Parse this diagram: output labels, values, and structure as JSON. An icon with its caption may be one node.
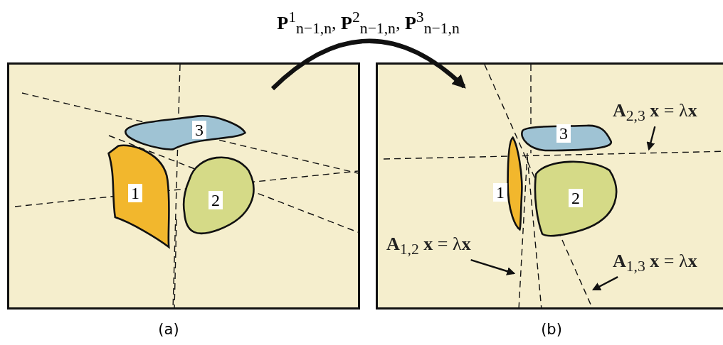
{
  "diagram": {
    "nodes": [
      {
        "text": [],
        "shape": "box",
        "beside": [
          "(a)"
        ]
      },
      {
        "text": [
          "1"
        ],
        "in": 0
      },
      {
        "text": [
          "2"
        ],
        "in": 0
      },
      {
        "text": [
          "3"
        ],
        "in": 0
      },
      {
        "text": [],
        "shape": "box",
        "beside": [
          "(b)"
        ]
      },
      {
        "text": [
          "1"
        ],
        "in": 4
      },
      {
        "text": [
          "2"
        ],
        "in": 4
      },
      {
        "text": [
          "3"
        ],
        "in": 4
      },
      {
        "text": [
          "**A**$_{2,3}$ **x** = λ**x**"
        ],
        "in": 4
      },
      {
        "text": [
          "**A**$_{1,2}$ **x** = λ**x**"
        ],
        "in": 4
      },
      {
        "text": [
          "**A**$_{1,3}$ **x** = λ**x**"
        ],
        "in": 4
      }
    ],
    "edges": [
      {
        "from": 0,
        "to": 4,
        "arrow": "to",
        "label": "**P**$^{1}$$_{n−1,n}$, **P**$^{2}$$_{n−1,n}$, **P**$^{3}$$_{n−1,n}$",
        "style": "thick"
      },
      {
        "from": 8,
        "to": null,
        "arrow": "to"
      },
      {
        "from": 9,
        "to": null,
        "arrow": "to"
      },
      {
        "from": 10,
        "to": null,
        "arrow": "to"
      }
    ]
  }
}
